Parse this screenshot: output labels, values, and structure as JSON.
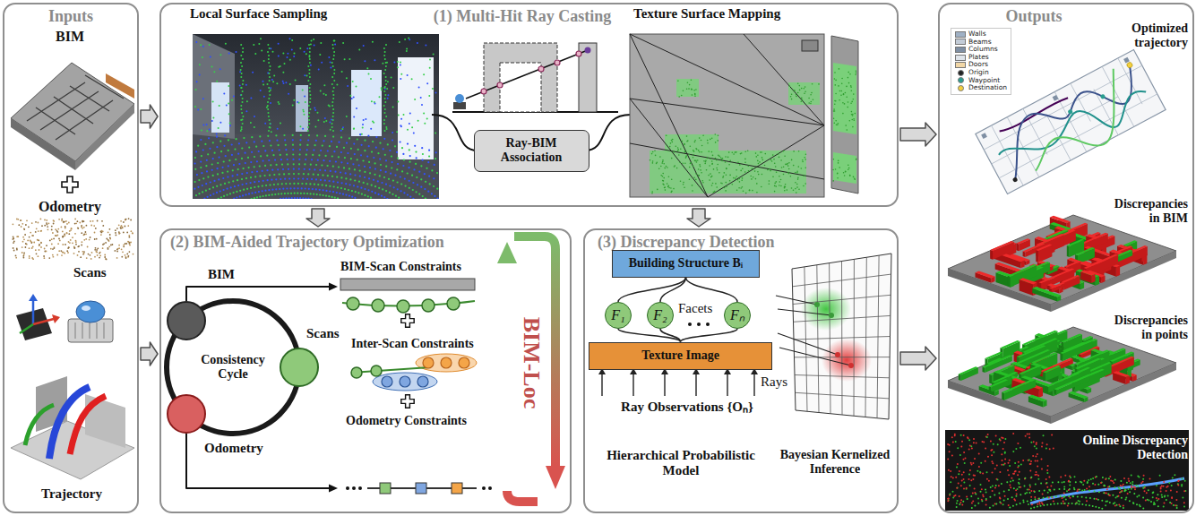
{
  "diagram": {
    "nodes": [
      {
        "text": [
          "Inputs"
        ]
      },
      {
        "text": [
          "(1) Multi-Hit Ray Casting"
        ]
      },
      {
        "text": [
          "Ray-BIM Association"
        ],
        "in": 1
      },
      {
        "text": [
          "(2) BIM-Aided Trajectory Optimization"
        ]
      },
      {
        "text": [
          "Consistency Cycle"
        ],
        "in": 3
      },
      {
        "text": [
          "BIM"
        ],
        "in": 3
      },
      {
        "text": [
          "Scans"
        ],
        "in": 3
      },
      {
        "text": [
          "Odometry"
        ],
        "in": 3
      },
      {
        "text": [
          "BIM-Scan Constraints"
        ],
        "in": 3
      },
      {
        "text": [
          "Inter-Scan Constraints"
        ],
        "in": 3
      },
      {
        "text": [
          "Odometry Constraints"
        ],
        "in": 3
      },
      {
        "text": [
          "(3) Discrepancy Detection"
        ]
      },
      {
        "text": [
          "Building Structure Bᵢ"
        ],
        "in": 11
      },
      {
        "text": [
          "F₁"
        ],
        "in": 11
      },
      {
        "text": [
          "F₂"
        ],
        "in": 11
      },
      {
        "text": [
          "Fₙ"
        ],
        "in": 11
      },
      {
        "text": [
          "Texture Image"
        ],
        "in": 11
      },
      {
        "text": [
          "Outputs"
        ]
      }
    ],
    "edges": [
      {
        "from": 0,
        "to": 1,
        "arrow": "to"
      },
      {
        "from": 0,
        "to": 3,
        "arrow": "to"
      },
      {
        "from": 1,
        "to": 3,
        "arrow": "to"
      },
      {
        "from": 1,
        "to": 11,
        "arrow": "to"
      },
      {
        "from": 1,
        "to": 17,
        "arrow": "to"
      },
      {
        "from": 11,
        "to": 17,
        "arrow": "to"
      },
      {
        "from": 5,
        "to": 8,
        "arrow": "to"
      },
      {
        "from": 7,
        "to": 10,
        "arrow": "to"
      },
      {
        "from": 12,
        "to": 13,
        "arrow": "none"
      },
      {
        "from": 12,
        "to": 14,
        "arrow": "none"
      },
      {
        "from": 12,
        "to": 15,
        "arrow": "none"
      },
      {
        "from": 13,
        "to": 16,
        "arrow": "none"
      },
      {
        "from": 14,
        "to": 16,
        "arrow": "none"
      },
      {
        "from": 15,
        "to": 16,
        "arrow": "none"
      }
    ],
    "labels": [
      "BIM",
      "Odometry",
      "Scans",
      "Trajectory",
      "Local Surface Sampling",
      "Texture Surface Mapping",
      "BIM-Loc",
      "Facets",
      "Ray Observations {Oₙ}",
      "Hierarchical Probabilistic Model",
      "Rays",
      "Bayesian Kernelized Inference",
      "Optimized trajectory",
      "Discrepancies in BIM",
      "Discrepancies in points",
      "Online Discrepancy Detection"
    ],
    "legend": [
      {
        "text": "Walls",
        "color": "#9fb0c4"
      },
      {
        "text": "Beams",
        "color": "#c3ccd7"
      },
      {
        "text": "Columns",
        "color": "#7f8fa3"
      },
      {
        "text": "Plates",
        "color": "#dfe4ea"
      },
      {
        "text": "Doors",
        "color": "#f2d7a6"
      },
      {
        "text": "Origin",
        "color": "#222222"
      },
      {
        "text": "Waypoint",
        "color": "#2a9d8f"
      },
      {
        "text": "Destination",
        "color": "#f4d03f"
      }
    ]
  }
}
